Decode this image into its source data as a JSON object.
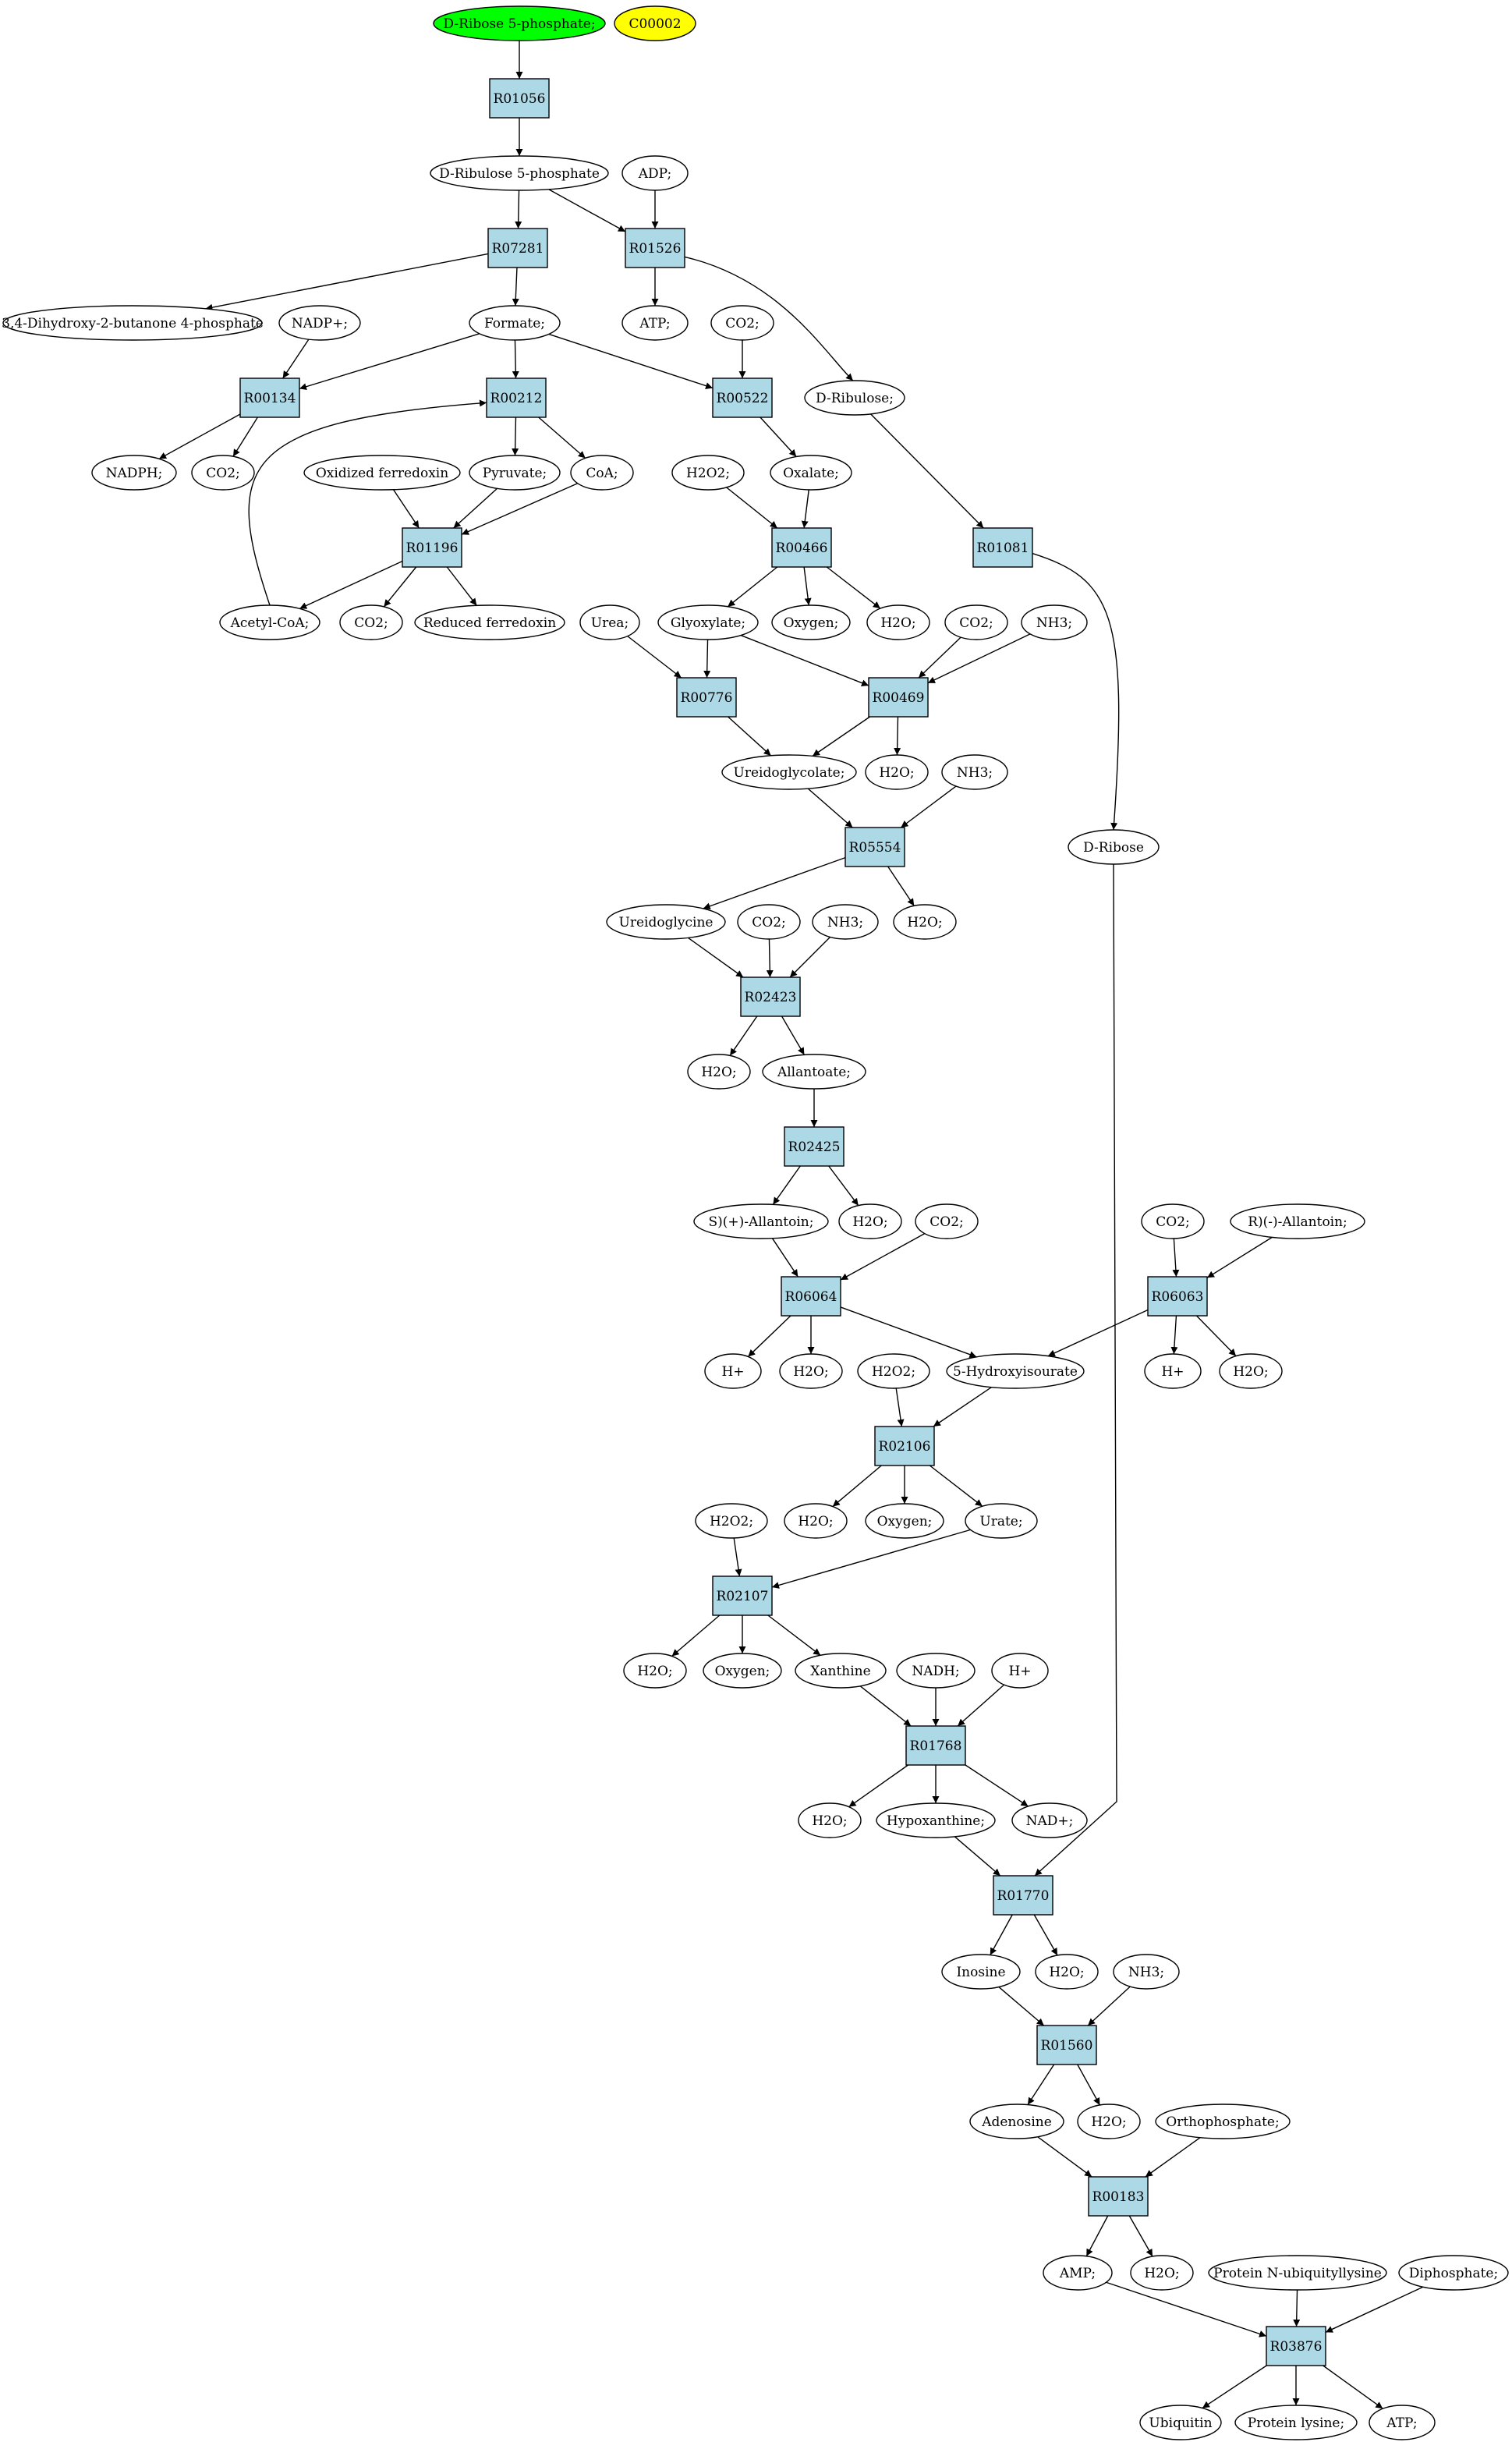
{
  "colors": {
    "reaction_fill": "#add8e6",
    "start_fill": "#00ff00",
    "tag_fill": "#ffff00",
    "compound_fill": "#ffffff",
    "stroke": "#000000"
  },
  "nodes": {
    "ribose5p": {
      "label": "D-Ribose 5-phosphate;",
      "kind": "start"
    },
    "c00002": {
      "label": "C00002",
      "kind": "tag"
    },
    "r01056": {
      "label": "R01056",
      "kind": "reaction"
    },
    "ribulose5p": {
      "label": "D-Ribulose 5-phosphate",
      "kind": "compound"
    },
    "adp": {
      "label": "ADP;",
      "kind": "compound"
    },
    "r07281": {
      "label": "R07281",
      "kind": "reaction"
    },
    "r01526": {
      "label": "R01526",
      "kind": "reaction"
    },
    "dhbp": {
      "label": "3,4-Dihydroxy-2-butanone 4-phosphate",
      "kind": "compound"
    },
    "nadp": {
      "label": "NADP+;",
      "kind": "compound"
    },
    "formate": {
      "label": "Formate;",
      "kind": "compound"
    },
    "atp1": {
      "label": "ATP;",
      "kind": "compound"
    },
    "co2_1": {
      "label": "CO2;",
      "kind": "compound"
    },
    "r00134": {
      "label": "R00134",
      "kind": "reaction"
    },
    "r00212": {
      "label": "R00212",
      "kind": "reaction"
    },
    "r00522": {
      "label": "R00522",
      "kind": "reaction"
    },
    "ribulose": {
      "label": "D-Ribulose;",
      "kind": "compound"
    },
    "nadph": {
      "label": "NADPH;",
      "kind": "compound"
    },
    "co2_2": {
      "label": "CO2;",
      "kind": "compound"
    },
    "oxferr": {
      "label": "Oxidized ferredoxin",
      "kind": "compound"
    },
    "pyruvate": {
      "label": "Pyruvate;",
      "kind": "compound"
    },
    "coa": {
      "label": "CoA;",
      "kind": "compound"
    },
    "h2o2_1": {
      "label": "H2O2;",
      "kind": "compound"
    },
    "oxalate": {
      "label": "Oxalate;",
      "kind": "compound"
    },
    "r01196": {
      "label": "R01196",
      "kind": "reaction"
    },
    "r00466": {
      "label": "R00466",
      "kind": "reaction"
    },
    "r01081": {
      "label": "R01081",
      "kind": "reaction"
    },
    "acetylcoa": {
      "label": "Acetyl-CoA;",
      "kind": "compound"
    },
    "co2_3": {
      "label": "CO2;",
      "kind": "compound"
    },
    "redferr": {
      "label": "Reduced ferredoxin",
      "kind": "compound"
    },
    "urea": {
      "label": "Urea;",
      "kind": "compound"
    },
    "glyoxylate": {
      "label": "Glyoxylate;",
      "kind": "compound"
    },
    "oxygen1": {
      "label": "Oxygen;",
      "kind": "compound"
    },
    "h2o_1": {
      "label": "H2O;",
      "kind": "compound"
    },
    "co2_4": {
      "label": "CO2;",
      "kind": "compound"
    },
    "nh3_1": {
      "label": "NH3;",
      "kind": "compound"
    },
    "r00776": {
      "label": "R00776",
      "kind": "reaction"
    },
    "r00469": {
      "label": "R00469",
      "kind": "reaction"
    },
    "ureidoglycolate": {
      "label": "Ureidoglycolate;",
      "kind": "compound"
    },
    "h2o_2": {
      "label": "H2O;",
      "kind": "compound"
    },
    "nh3_2": {
      "label": "NH3;",
      "kind": "compound"
    },
    "r05554": {
      "label": "R05554",
      "kind": "reaction"
    },
    "dribose": {
      "label": "D-Ribose",
      "kind": "compound"
    },
    "ureidoglycine": {
      "label": "Ureidoglycine",
      "kind": "compound"
    },
    "co2_5": {
      "label": "CO2;",
      "kind": "compound"
    },
    "nh3_3": {
      "label": "NH3;",
      "kind": "compound"
    },
    "h2o_3": {
      "label": "H2O;",
      "kind": "compound"
    },
    "r02423": {
      "label": "R02423",
      "kind": "reaction"
    },
    "h2o_4": {
      "label": "H2O;",
      "kind": "compound"
    },
    "allantoate": {
      "label": "Allantoate;",
      "kind": "compound"
    },
    "r02425": {
      "label": "R02425",
      "kind": "reaction"
    },
    "sallantoin": {
      "label": "S)(+)-Allantoin;",
      "kind": "compound"
    },
    "h2o_5": {
      "label": "H2O;",
      "kind": "compound"
    },
    "co2_6": {
      "label": "CO2;",
      "kind": "compound"
    },
    "co2_7": {
      "label": "CO2;",
      "kind": "compound"
    },
    "rallantoin": {
      "label": "R)(-)-Allantoin;",
      "kind": "compound"
    },
    "r06064": {
      "label": "R06064",
      "kind": "reaction"
    },
    "r06063": {
      "label": "R06063",
      "kind": "reaction"
    },
    "hplus1": {
      "label": "H+",
      "kind": "compound"
    },
    "h2o_6": {
      "label": "H2O;",
      "kind": "compound"
    },
    "h2o2_2": {
      "label": "H2O2;",
      "kind": "compound"
    },
    "hiu": {
      "label": "5-Hydroxyisourate",
      "kind": "compound"
    },
    "hplus2": {
      "label": "H+",
      "kind": "compound"
    },
    "h2o_7": {
      "label": "H2O;",
      "kind": "compound"
    },
    "r02106": {
      "label": "R02106",
      "kind": "reaction"
    },
    "h2o_8": {
      "label": "H2O;",
      "kind": "compound"
    },
    "oxygen2": {
      "label": "Oxygen;",
      "kind": "compound"
    },
    "urate": {
      "label": "Urate;",
      "kind": "compound"
    },
    "h2o2_3": {
      "label": "H2O2;",
      "kind": "compound"
    },
    "r02107": {
      "label": "R02107",
      "kind": "reaction"
    },
    "h2o_9": {
      "label": "H2O;",
      "kind": "compound"
    },
    "oxygen3": {
      "label": "Oxygen;",
      "kind": "compound"
    },
    "xanthine": {
      "label": "Xanthine",
      "kind": "compound"
    },
    "nadh": {
      "label": "NADH;",
      "kind": "compound"
    },
    "hplus3": {
      "label": "H+",
      "kind": "compound"
    },
    "r01768": {
      "label": "R01768",
      "kind": "reaction"
    },
    "h2o_10": {
      "label": "H2O;",
      "kind": "compound"
    },
    "hypoxanthine": {
      "label": "Hypoxanthine;",
      "kind": "compound"
    },
    "nad": {
      "label": "NAD+;",
      "kind": "compound"
    },
    "r01770": {
      "label": "R01770",
      "kind": "reaction"
    },
    "inosine": {
      "label": "Inosine",
      "kind": "compound"
    },
    "h2o_11": {
      "label": "H2O;",
      "kind": "compound"
    },
    "nh3_4": {
      "label": "NH3;",
      "kind": "compound"
    },
    "r01560": {
      "label": "R01560",
      "kind": "reaction"
    },
    "adenosine": {
      "label": "Adenosine",
      "kind": "compound"
    },
    "h2o_12": {
      "label": "H2O;",
      "kind": "compound"
    },
    "orthophosphate": {
      "label": "Orthophosphate;",
      "kind": "compound"
    },
    "r00183": {
      "label": "R00183",
      "kind": "reaction"
    },
    "amp": {
      "label": "AMP;",
      "kind": "compound"
    },
    "h2o_13": {
      "label": "H2O;",
      "kind": "compound"
    },
    "protnubiq": {
      "label": "Protein N-ubiquityllysine",
      "kind": "compound"
    },
    "diphosphate": {
      "label": "Diphosphate;",
      "kind": "compound"
    },
    "r03876": {
      "label": "R03876",
      "kind": "reaction"
    },
    "ubiquitin": {
      "label": "Ubiquitin",
      "kind": "compound"
    },
    "protlysine": {
      "label": "Protein lysine;",
      "kind": "compound"
    },
    "atp2": {
      "label": "ATP;",
      "kind": "compound"
    }
  },
  "edges": [
    [
      "ribose5p",
      "r01056"
    ],
    [
      "r01056",
      "ribulose5p"
    ],
    [
      "ribulose5p",
      "r07281"
    ],
    [
      "ribulose5p",
      "r01526"
    ],
    [
      "adp",
      "r01526"
    ],
    [
      "r07281",
      "dhbp"
    ],
    [
      "r07281",
      "formate"
    ],
    [
      "r01526",
      "atp1"
    ],
    [
      "r01526",
      "ribulose"
    ],
    [
      "nadp",
      "r00134"
    ],
    [
      "formate",
      "r00134"
    ],
    [
      "formate",
      "r00212"
    ],
    [
      "formate",
      "r00522"
    ],
    [
      "co2_1",
      "r00522"
    ],
    [
      "r00134",
      "nadph"
    ],
    [
      "r00134",
      "co2_2"
    ],
    [
      "r00212",
      "pyruvate"
    ],
    [
      "r00212",
      "coa"
    ],
    [
      "acetylcoa",
      "r00212"
    ],
    [
      "r00522",
      "oxalate"
    ],
    [
      "oxferr",
      "r01196"
    ],
    [
      "pyruvate",
      "r01196"
    ],
    [
      "coa",
      "r01196"
    ],
    [
      "r01196",
      "acetylcoa"
    ],
    [
      "r01196",
      "co2_3"
    ],
    [
      "r01196",
      "redferr"
    ],
    [
      "h2o2_1",
      "r00466"
    ],
    [
      "oxalate",
      "r00466"
    ],
    [
      "r00466",
      "glyoxylate"
    ],
    [
      "r00466",
      "oxygen1"
    ],
    [
      "r00466",
      "h2o_1"
    ],
    [
      "ribulose",
      "r01081"
    ],
    [
      "r01081",
      "dribose"
    ],
    [
      "urea",
      "r00776"
    ],
    [
      "glyoxylate",
      "r00776"
    ],
    [
      "glyoxylate",
      "r00469"
    ],
    [
      "co2_4",
      "r00469"
    ],
    [
      "nh3_1",
      "r00469"
    ],
    [
      "r00776",
      "ureidoglycolate"
    ],
    [
      "r00469",
      "ureidoglycolate"
    ],
    [
      "r00469",
      "h2o_2"
    ],
    [
      "ureidoglycolate",
      "r05554"
    ],
    [
      "nh3_2",
      "r05554"
    ],
    [
      "r05554",
      "ureidoglycine"
    ],
    [
      "r05554",
      "h2o_3"
    ],
    [
      "ureidoglycine",
      "r02423"
    ],
    [
      "co2_5",
      "r02423"
    ],
    [
      "nh3_3",
      "r02423"
    ],
    [
      "r02423",
      "h2o_4"
    ],
    [
      "r02423",
      "allantoate"
    ],
    [
      "allantoate",
      "r02425"
    ],
    [
      "r02425",
      "sallantoin"
    ],
    [
      "r02425",
      "h2o_5"
    ],
    [
      "sallantoin",
      "r06064"
    ],
    [
      "co2_6",
      "r06064"
    ],
    [
      "co2_7",
      "r06063"
    ],
    [
      "rallantoin",
      "r06063"
    ],
    [
      "r06064",
      "hplus1"
    ],
    [
      "r06064",
      "h2o_6"
    ],
    [
      "r06064",
      "hiu"
    ],
    [
      "r06063",
      "hiu"
    ],
    [
      "r06063",
      "hplus2"
    ],
    [
      "r06063",
      "h2o_7"
    ],
    [
      "h2o2_2",
      "r02106"
    ],
    [
      "hiu",
      "r02106"
    ],
    [
      "r02106",
      "h2o_8"
    ],
    [
      "r02106",
      "oxygen2"
    ],
    [
      "r02106",
      "urate"
    ],
    [
      "h2o2_3",
      "r02107"
    ],
    [
      "urate",
      "r02107"
    ],
    [
      "r02107",
      "h2o_9"
    ],
    [
      "r02107",
      "oxygen3"
    ],
    [
      "r02107",
      "xanthine"
    ],
    [
      "xanthine",
      "r01768"
    ],
    [
      "nadh",
      "r01768"
    ],
    [
      "hplus3",
      "r01768"
    ],
    [
      "r01768",
      "h2o_10"
    ],
    [
      "r01768",
      "hypoxanthine"
    ],
    [
      "r01768",
      "nad"
    ],
    [
      "hypoxanthine",
      "r01770"
    ],
    [
      "dribose",
      "r01770"
    ],
    [
      "r01770",
      "inosine"
    ],
    [
      "r01770",
      "h2o_11"
    ],
    [
      "inosine",
      "r01560"
    ],
    [
      "nh3_4",
      "r01560"
    ],
    [
      "r01560",
      "adenosine"
    ],
    [
      "r01560",
      "h2o_12"
    ],
    [
      "adenosine",
      "r00183"
    ],
    [
      "orthophosphate",
      "r00183"
    ],
    [
      "r00183",
      "amp"
    ],
    [
      "r00183",
      "h2o_13"
    ],
    [
      "amp",
      "r03876"
    ],
    [
      "protnubiq",
      "r03876"
    ],
    [
      "diphosphate",
      "r03876"
    ],
    [
      "r03876",
      "ubiquitin"
    ],
    [
      "r03876",
      "protlysine"
    ],
    [
      "r03876",
      "atp2"
    ]
  ]
}
